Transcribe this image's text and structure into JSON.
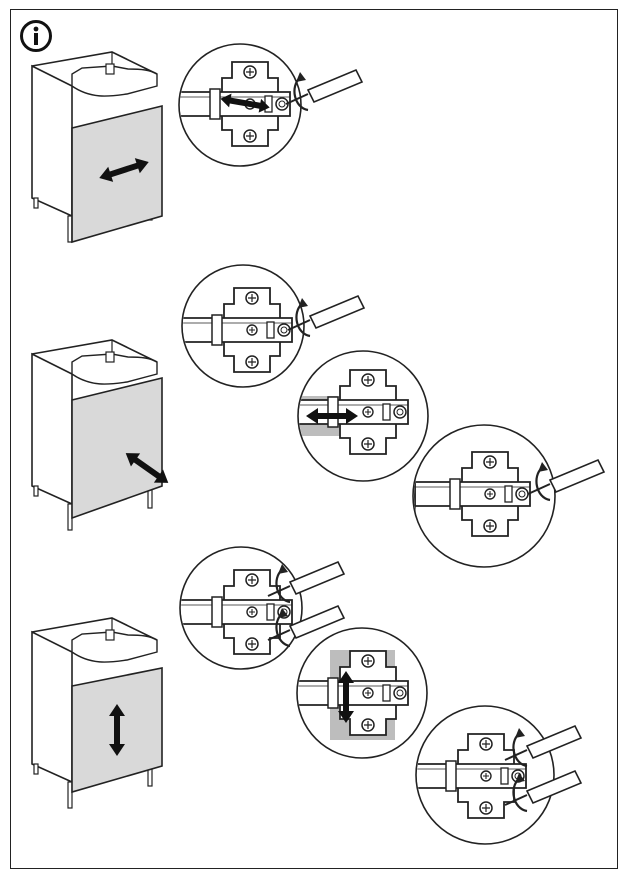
{
  "page": {
    "type": "assembly-instruction",
    "icons": {
      "info": "info-icon",
      "move_horizontal": "double-arrow-horizontal-icon",
      "move_depth": "double-arrow-diagonal-icon",
      "move_vertical": "double-arrow-vertical-icon",
      "rotate": "rotate-arrow-icon",
      "screwdriver": "screwdriver-icon",
      "hinge": "hinge-icon"
    },
    "colors": {
      "line": "#222222",
      "door_fill": "#d9d9d9",
      "hinge_highlight": "#bdbdbd",
      "background": "#ffffff"
    },
    "steps": [
      {
        "adjustment": "side-to-side",
        "screws_turned": 1
      },
      {
        "adjustment": "depth",
        "screws_turned": 1
      },
      {
        "adjustment": "height",
        "screws_turned": 2
      }
    ]
  }
}
